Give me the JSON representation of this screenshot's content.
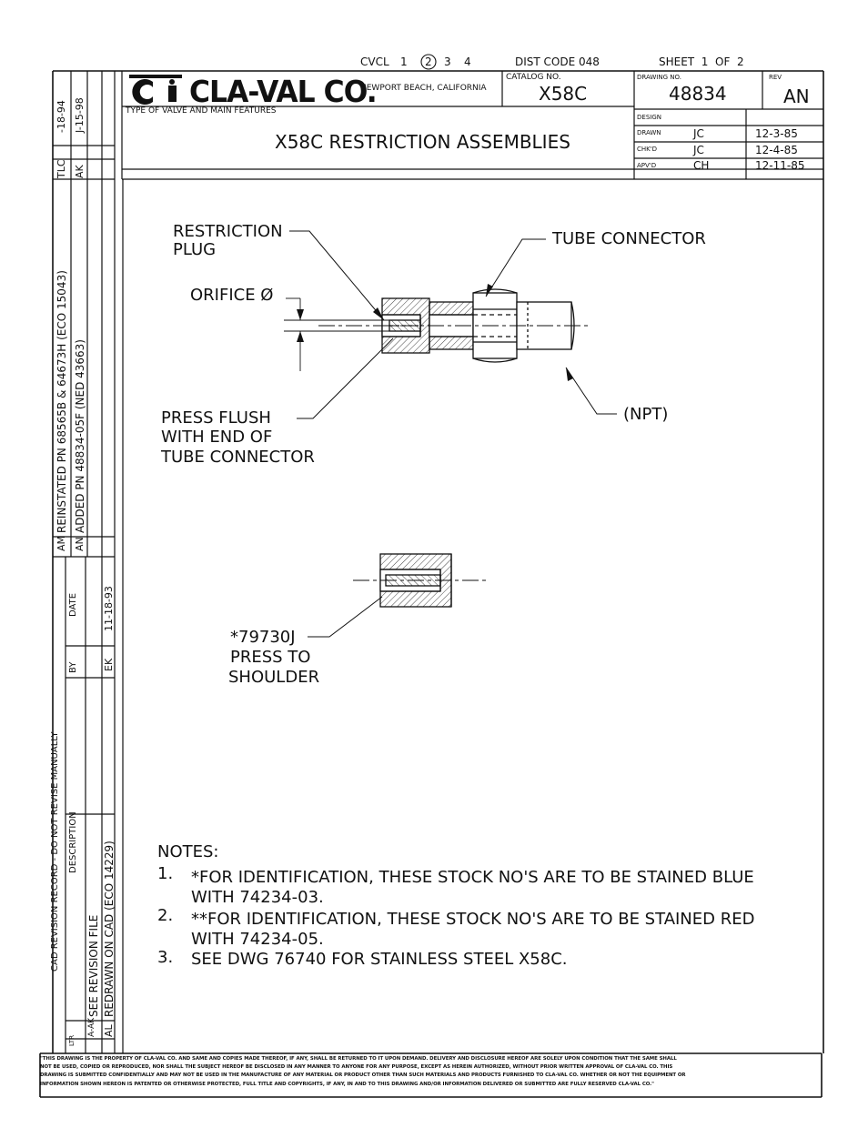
{
  "header": {
    "cvcl_label": "CVCL",
    "cvcl_opts": [
      "1",
      "2",
      "3",
      "4"
    ],
    "dist_code": "DIST CODE 048",
    "sheet": "SHEET  1  OF  2"
  },
  "title_block": {
    "company": "CLA-VAL CO.",
    "location": "NEWPORT BEACH, CALIFORNIA",
    "catalog_label": "CATALOG NO.",
    "catalog_no": "X58C",
    "drawing_label": "DRAWING NO.",
    "drawing_no": "48834",
    "rev_label": "REV",
    "rev": "AN",
    "type_label": "TYPE OF VALVE AND MAIN FEATURES",
    "title": "X58C RESTRICTION ASSEMBLIES",
    "design_label": "DESIGN",
    "drawn_label": "DRAWN",
    "drawn_by": "JC",
    "drawn_date": "12-3-85",
    "chkd_label": "CHK'D",
    "chkd_by": "JC",
    "chkd_date": "12-4-85",
    "apvd_label": "APV'D",
    "apvd_by": "CH",
    "apvd_date": "12-11-85"
  },
  "revisions": {
    "am_ltr": "AM",
    "am_desc": "REINSTATED PN 68565B & 64673H (ECO 15043)",
    "am_by": "TLC",
    "am_date": "-18-94",
    "an_ltr": "AN",
    "an_desc": "ADDED PN 48834-05F (NED 43663)",
    "an_by": "AK",
    "an_date": "J-15-98"
  },
  "cad_record": {
    "title": "CAD REVISION RECORD - DO NOT REVISE MANUALLY",
    "ltr_label": "LTR",
    "desc_label": "DESCRIPTION",
    "by_label": "BY",
    "date_label": "DATE",
    "row1_ltr": "A-AK",
    "row1_desc": "SEE REVISION FILE",
    "row2_ltr": "AL",
    "row2_desc": "REDRAWN ON CAD (ECO 14229)",
    "row2_by": "EK",
    "row2_date": "11-18-93"
  },
  "labels": {
    "restriction_plug": [
      "RESTRICTION",
      "PLUG"
    ],
    "tube_connector": "TUBE CONNECTOR",
    "orifice": "ORIFICE Ø",
    "npt": "(NPT)",
    "press_flush": [
      "PRESS FLUSH",
      "WITH END OF",
      "TUBE CONNECTOR"
    ],
    "part": [
      "*79730J",
      "PRESS TO",
      "SHOULDER"
    ]
  },
  "notes": {
    "heading": "NOTES:",
    "items": [
      {
        "num": "1.",
        "line1": "*FOR IDENTIFICATION, THESE STOCK NO'S ARE TO BE STAINED BLUE",
        "line2": "WITH 74234-03."
      },
      {
        "num": "2.",
        "line1": "**FOR IDENTIFICATION, THESE STOCK NO'S ARE TO BE STAINED RED",
        "line2": "WITH 74234-05."
      },
      {
        "num": "3.",
        "line1": "SEE DWG 76740 FOR STAINLESS STEEL X58C.",
        "line2": ""
      }
    ]
  },
  "legal": [
    "\"THIS DRAWING IS THE PROPERTY OF CLA-VAL CO. AND SAME AND COPIES MADE THEREOF, IF ANY, SHALL BE RETURNED TO IT UPON DEMAND. DELIVERY AND DISCLOSURE HEREOF ARE SOLELY UPON CONDITION THAT THE SAME SHALL",
    "NOT BE USED, COPIED OR REPRODUCED, NOR SHALL THE SUBJECT HEREOF BE DISCLOSED IN ANY MANNER TO ANYONE FOR ANY PURPOSE, EXCEPT AS HEREIN AUTHORIZED, WITHOUT PRIOR WRITTEN APPROVAL OF CLA-VAL CO. THIS",
    "DRAWING IS SUBMITTED CONFIDENTIALLY AND MAY NOT BE USED IN THE MANUFACTURE OF ANY MATERIAL OR PRODUCT OTHER THAN SUCH MATERIALS AND PRODUCTS FURNISHED TO CLA-VAL CO. WHETHER OR NOT THE EQUIPMENT OR",
    "INFORMATION SHOWN HEREON IS PATENTED OR OTHERWISE PROTECTED, FULL TITLE AND COPYRIGHTS, IF ANY, IN AND TO THIS DRAWING AND/OR INFORMATION DELIVERED OR SUBMITTED ARE FULLY RESERVED CLA-VAL CO.\""
  ]
}
